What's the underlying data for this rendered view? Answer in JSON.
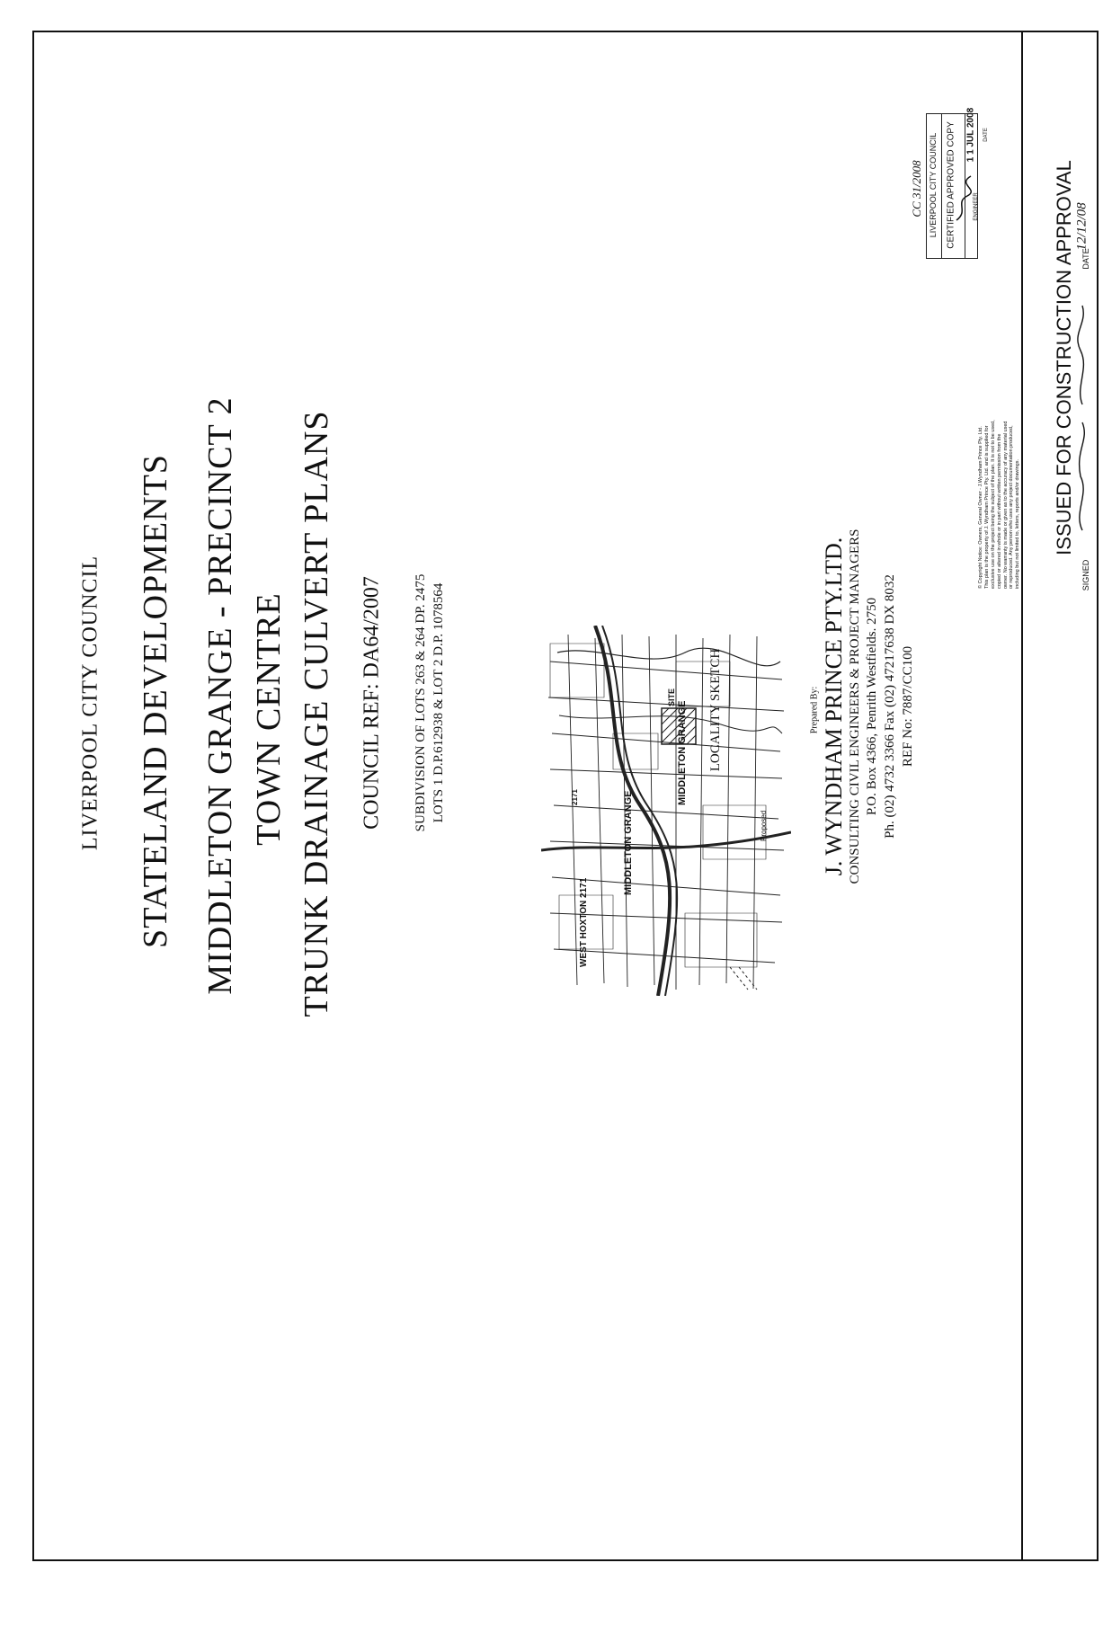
{
  "council": "LIVERPOOL CITY COUNCIL",
  "title": {
    "line1": "STATELAND DEVELOPMENTS",
    "line2": "MIDDLETON GRANGE - PRECINCT 2",
    "line3": "TOWN CENTRE",
    "line4": "TRUNK DRAINAGE CULVERT PLANS"
  },
  "council_ref": "COUNCIL REF: DA64/2007",
  "subdivision": {
    "line1": "SUBDIVISION OF LOTS 263 & 264 DP. 2475",
    "line2": "LOTS 1 D.P.612938 & LOT 2 D.P. 1078564"
  },
  "locality": {
    "caption": "LOCALITY SKETCH",
    "labels": [
      "MIDDLETON GRANGE",
      "MIDDLETON GRANGE",
      "WEST HOXTON 2171",
      "SITE",
      "2171",
      "Proposed"
    ]
  },
  "prepared": {
    "by_label": "Prepared By:",
    "firm": "J. WYNDHAM PRINCE PTY.LTD.",
    "line1": "CONSULTING CIVIL ENGINEERS & PROJECT MANAGERS",
    "line2": "P.O. Box 4366, Penrith Westfields. 2750",
    "line3": "Ph. (02) 4732 3366  Fax (02) 47217638  DX 8032",
    "ref": "REF No: 7887/CC100"
  },
  "approval": {
    "issued": "ISSUED FOR CONSTRUCTION APPROVAL",
    "signed_label": "SIGNED",
    "date_label": "DATE",
    "date_value": "12/12/08"
  },
  "stamp": {
    "council": "LIVERPOOL CITY COUNCIL",
    "certified": "CERTIFIED APPROVED COPY",
    "date": "1 1 JUL 2008",
    "engineer_label": "ENGINEER",
    "date_label": "DATE",
    "handwritten_ref": "CC 31/2008"
  },
  "copyright": "© Copyright Notice: Owners, General Owner - J.Wyndham Prince Pty. Ltd. This plan is the property of J. Wyndham Prince Pty. Ltd. and is supplied for exclusive use on the project being the subject of the plan. It is not to be used, copied or altered in whole or in part without written permission from the owner. No warranty is made or given as to the accuracy of any material used or reproduced. Any person who uses any project documentation produced, including but not limited to, letters, reports and/or drawings."
}
